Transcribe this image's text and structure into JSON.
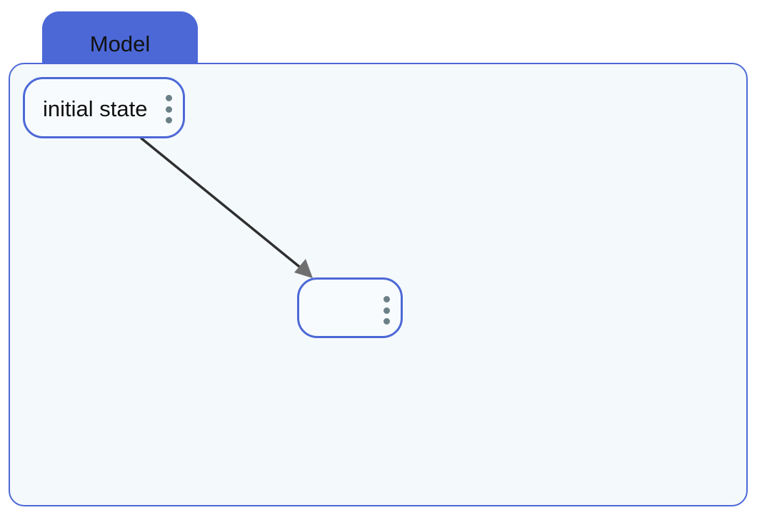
{
  "model": {
    "tab_label": "Model"
  },
  "states": [
    {
      "label": "initial state",
      "menu_icon": "kebab-menu-icon"
    },
    {
      "label": "",
      "menu_icon": "kebab-menu-icon"
    }
  ],
  "transitions": [
    {
      "from": "initial state",
      "to": ""
    }
  ],
  "colors": {
    "accent": "#4c68d7",
    "frame_fill": "#f4f9fc",
    "edge": "#2f2f2f",
    "arrowhead": "#6f6f6f",
    "kebab": "#6b7f86"
  }
}
